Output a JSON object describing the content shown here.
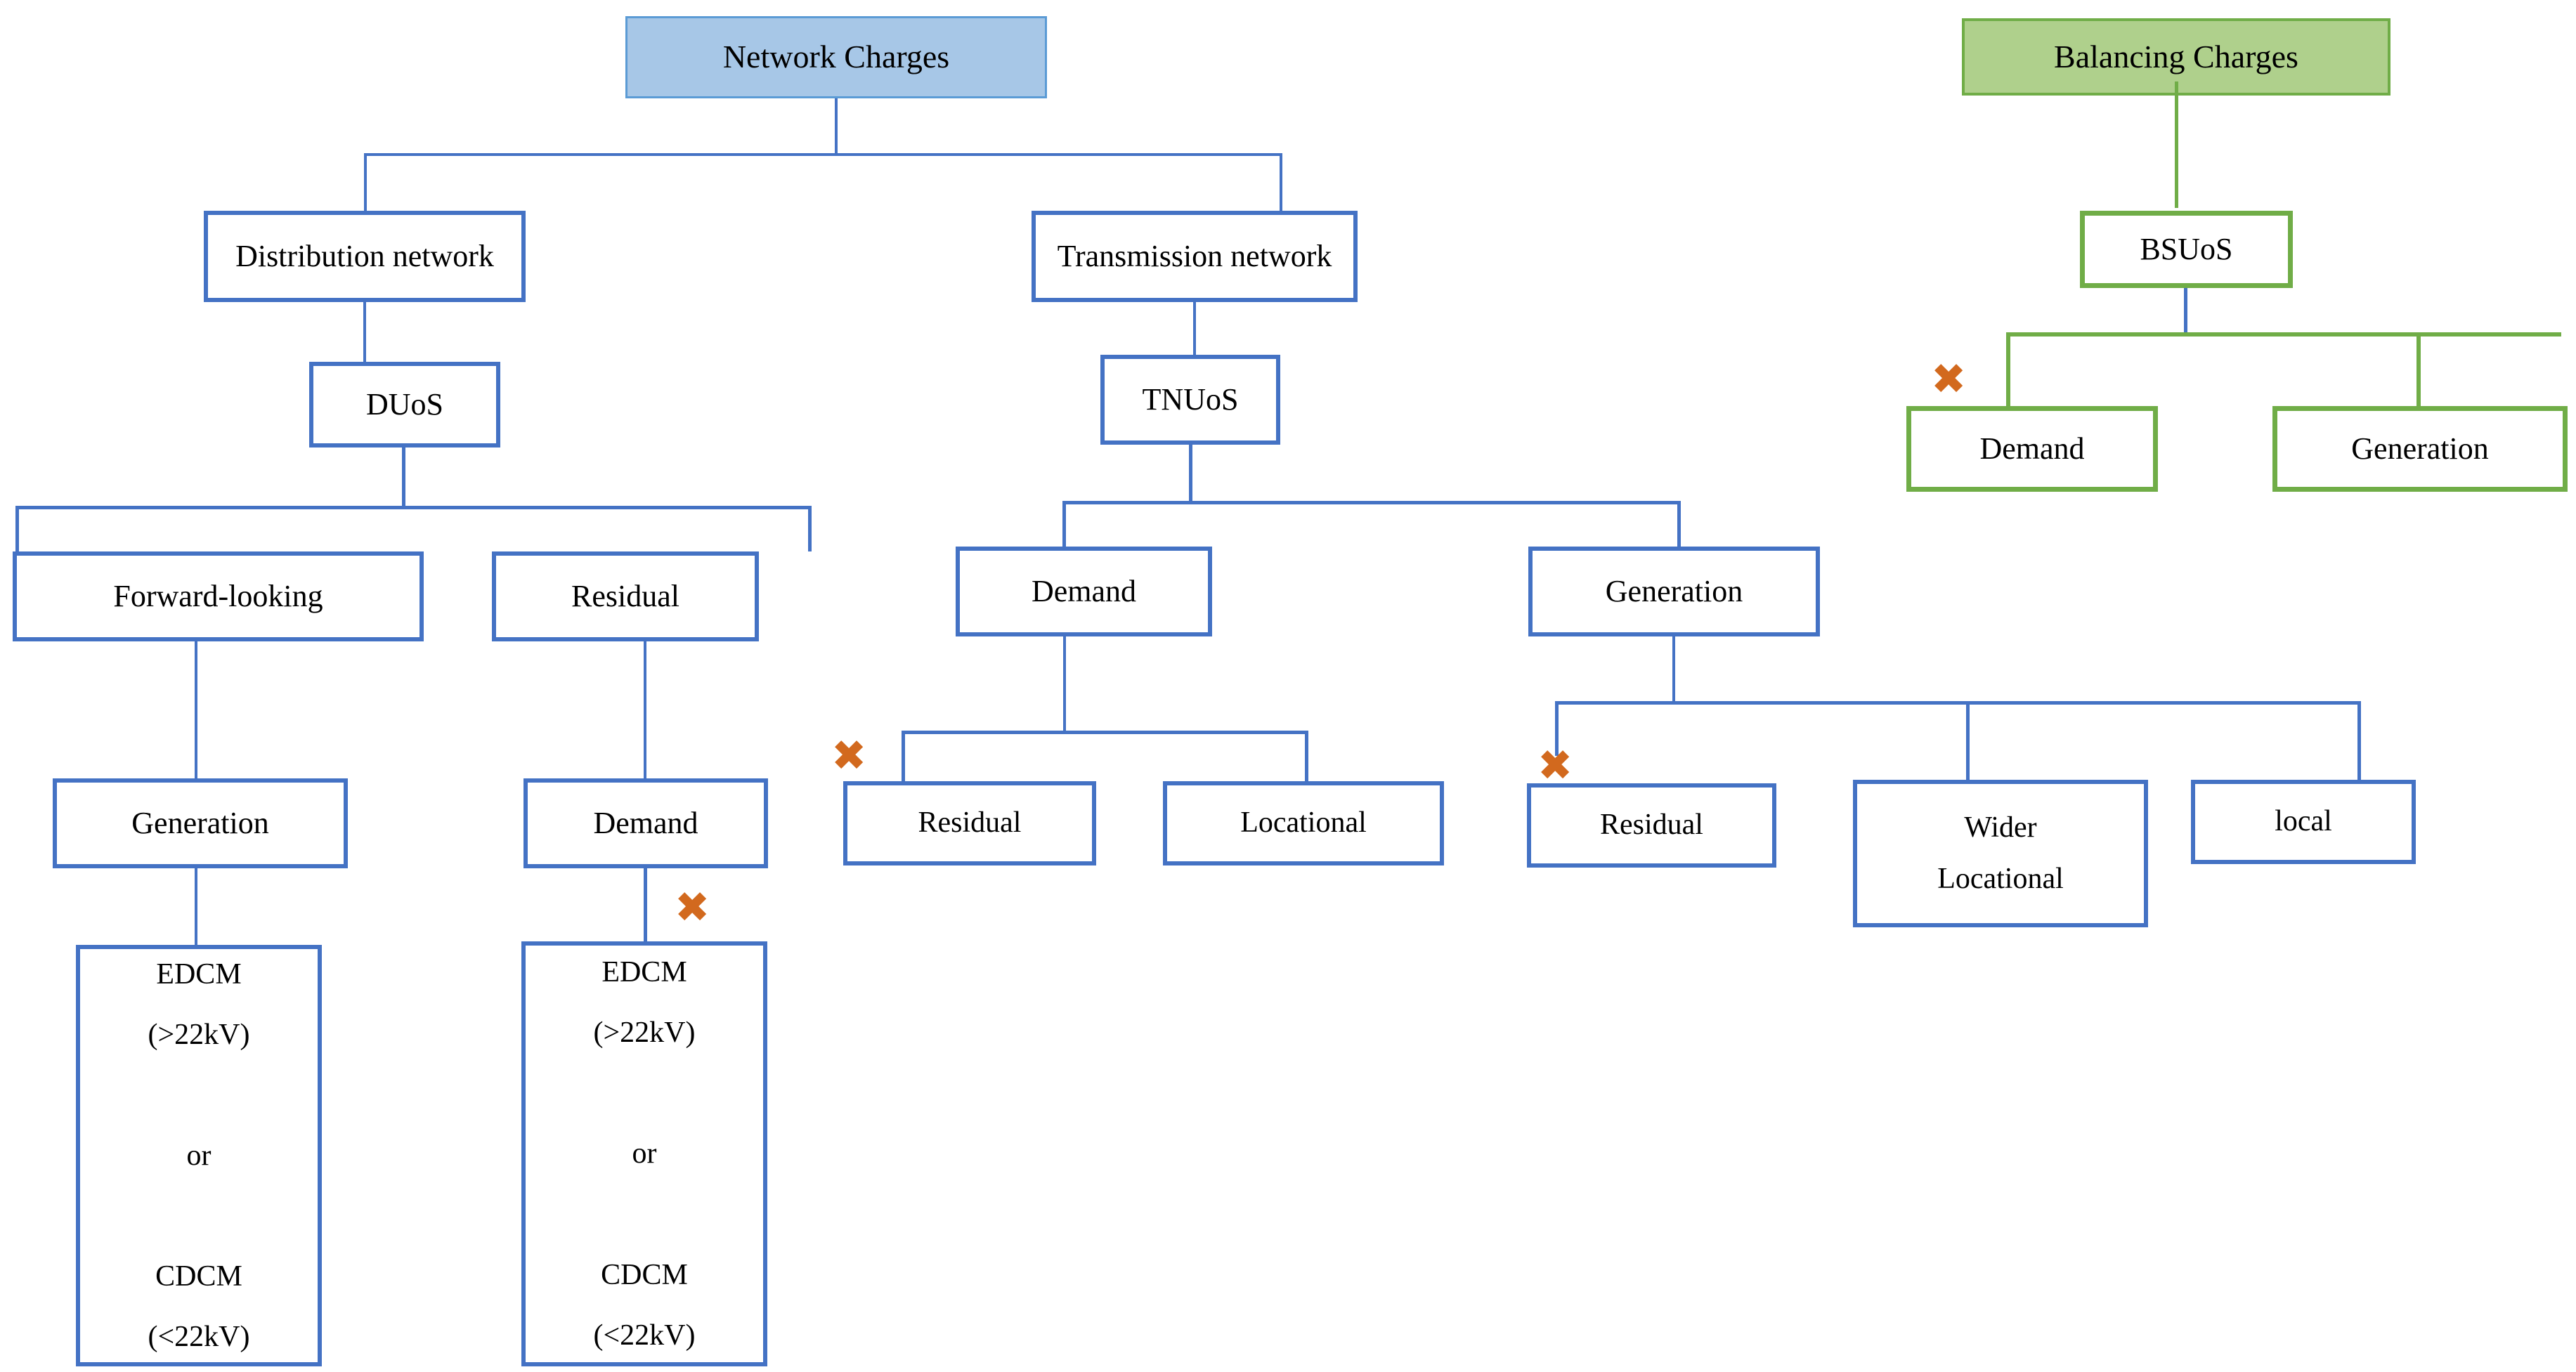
{
  "diagram": {
    "title": "Electricity network and balancing charges hierarchy",
    "colors": {
      "network_accent": "#4472C4",
      "network_root_fill": "#A7C7E7",
      "balancing_accent": "#70AD47",
      "balancing_root_fill": "#AFD08C",
      "excluded_marker": "#D2691E"
    },
    "marker_glyph": "✖"
  },
  "network_tree": {
    "root": {
      "label": "Network Charges"
    },
    "level1": [
      {
        "label": "Distribution network"
      },
      {
        "label": "Transmission network"
      }
    ],
    "level2": [
      {
        "label": "DUoS"
      },
      {
        "label": "TNUoS"
      }
    ],
    "duos_children": [
      {
        "label": "Forward-looking"
      },
      {
        "label": "Residual"
      }
    ],
    "duos_grandchildren": [
      {
        "label": "Generation"
      },
      {
        "label": "Demand"
      }
    ],
    "duos_leaves": [
      {
        "label": "EDCM\n(>22kV)\n\nor\n\nCDCM\n(<22kV)"
      },
      {
        "label": "EDCM\n(>22kV)\n\nor\n\nCDCM\n(<22kV)"
      }
    ],
    "tnuos_children": [
      {
        "label": "Demand"
      },
      {
        "label": "Generation"
      }
    ],
    "tnuos_demand_leaves": [
      {
        "label": "Residual"
      },
      {
        "label": "Locational"
      }
    ],
    "tnuos_generation_leaves": [
      {
        "label": "Residual"
      },
      {
        "label": "Wider\nLocational"
      },
      {
        "label": "local"
      }
    ]
  },
  "balancing_tree": {
    "root": {
      "label": "Balancing Charges"
    },
    "level1": {
      "label": "BSUoS"
    },
    "leaves": [
      {
        "label": "Demand"
      },
      {
        "label": "Generation"
      }
    ]
  }
}
